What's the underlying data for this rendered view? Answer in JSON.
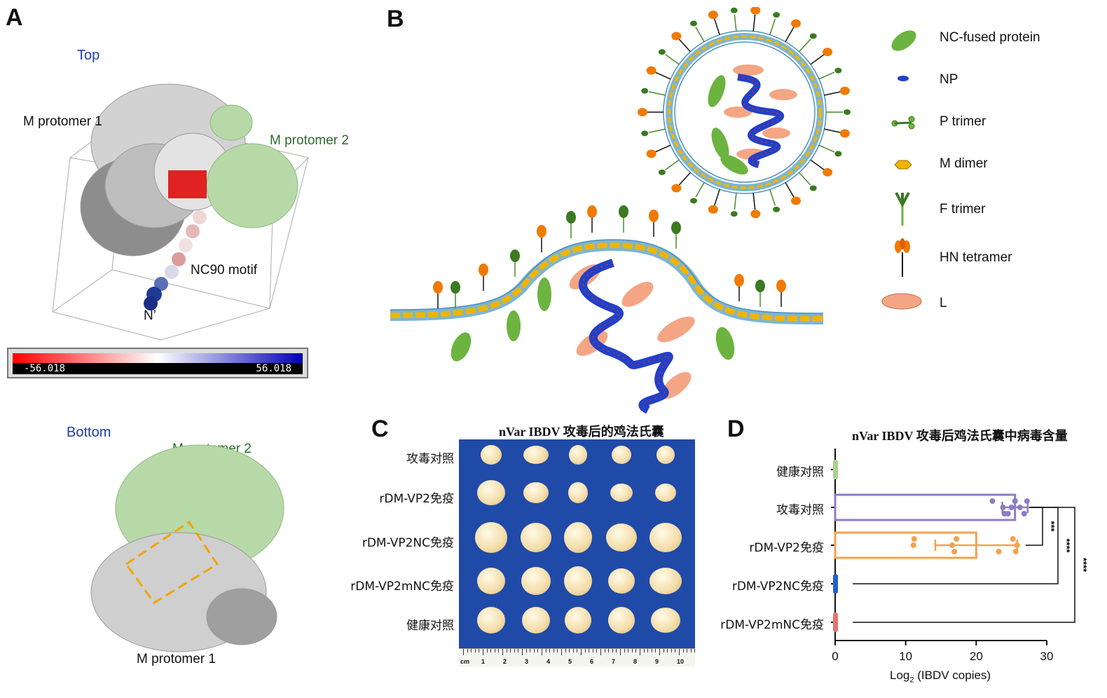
{
  "panels": {
    "a": {
      "letter": "A",
      "top_label": "Top",
      "bottom_label": "Bottom",
      "m_protomer_1": "M protomer 1",
      "m_protomer_2": "M protomer 2",
      "nc90_motif": "NC90 motif",
      "n_prime": "N’",
      "scale_min": "-56.018",
      "scale_max": "56.018",
      "bottom_m_protomer_2": "M protomer 2",
      "bottom_m_protomer_1": "M protomer 1"
    },
    "b": {
      "letter": "B",
      "legend": [
        {
          "label": "NC-fused protein",
          "icon": "green-ellipse-icon"
        },
        {
          "label": "NP",
          "icon": "blue-np-icon"
        },
        {
          "label": "P  trimer",
          "icon": "p-trimer-icon"
        },
        {
          "label": "M dimer",
          "icon": "m-dimer-icon"
        },
        {
          "label": "F trimer",
          "icon": "f-trimer-icon"
        },
        {
          "label": "HN tetramer",
          "icon": "hn-tetramer-icon"
        },
        {
          "label": "L",
          "icon": "l-ellipse-icon"
        }
      ]
    },
    "c": {
      "letter": "C",
      "title": "nVar IBDV 攻毒后的鸡法氏囊",
      "rows": [
        "攻毒对照",
        "rDM-VP2免疫",
        "rDM-VP2NC免疫",
        "rDM-VP2mNC免疫",
        "健康对照"
      ],
      "ruler_unit": "cm",
      "ruler_ticks": [
        "1",
        "2",
        "3",
        "4",
        "5",
        "6",
        "7",
        "8",
        "9",
        "10"
      ]
    },
    "d": {
      "letter": "D",
      "title": "nVar IBDV 攻毒后鸡法氏囊中病毒含量",
      "xlabel_prefix": "Log",
      "xlabel_sub": "2",
      "xlabel_suffix": " (IBDV copies)",
      "significance": [
        "***",
        "****",
        "****"
      ]
    }
  },
  "chart_data": {
    "type": "bar",
    "orientation": "horizontal",
    "title": "nVar IBDV 攻毒后鸡法氏囊中病毒含量",
    "xlabel": "Log2 (IBDV copies)",
    "xlim": [
      0,
      30
    ],
    "xticks": [
      0,
      10,
      20,
      30
    ],
    "categories": [
      "健康对照",
      "攻毒对照",
      "rDM-VP2免疫",
      "rDM-VP2NC免疫",
      "rDM-VP2mNC免疫"
    ],
    "values": [
      0,
      25.5,
      20,
      0,
      0
    ],
    "error": [
      0,
      1.8,
      5.8,
      0,
      0
    ],
    "colors": [
      "#a9d18e",
      "#8e7cc3",
      "#f4a24c",
      "#1f5fd6",
      "#e8736c"
    ],
    "points": [
      [],
      [
        22.3,
        23.8,
        24.5,
        25.5,
        26.2,
        26.8,
        27.2,
        25.0,
        24.0
      ],
      [
        11.2,
        11.1,
        16.9,
        17.2,
        16.6,
        23.2,
        25.2,
        25.8,
        25.6
      ],
      [],
      []
    ],
    "comparisons": [
      {
        "from": "攻毒对照",
        "to": "rDM-VP2免疫",
        "label": "***"
      },
      {
        "from": "攻毒对照",
        "to": "rDM-VP2NC免疫",
        "label": "****"
      },
      {
        "from": "攻毒对照",
        "to": "rDM-VP2mNC免疫",
        "label": "****"
      }
    ]
  }
}
